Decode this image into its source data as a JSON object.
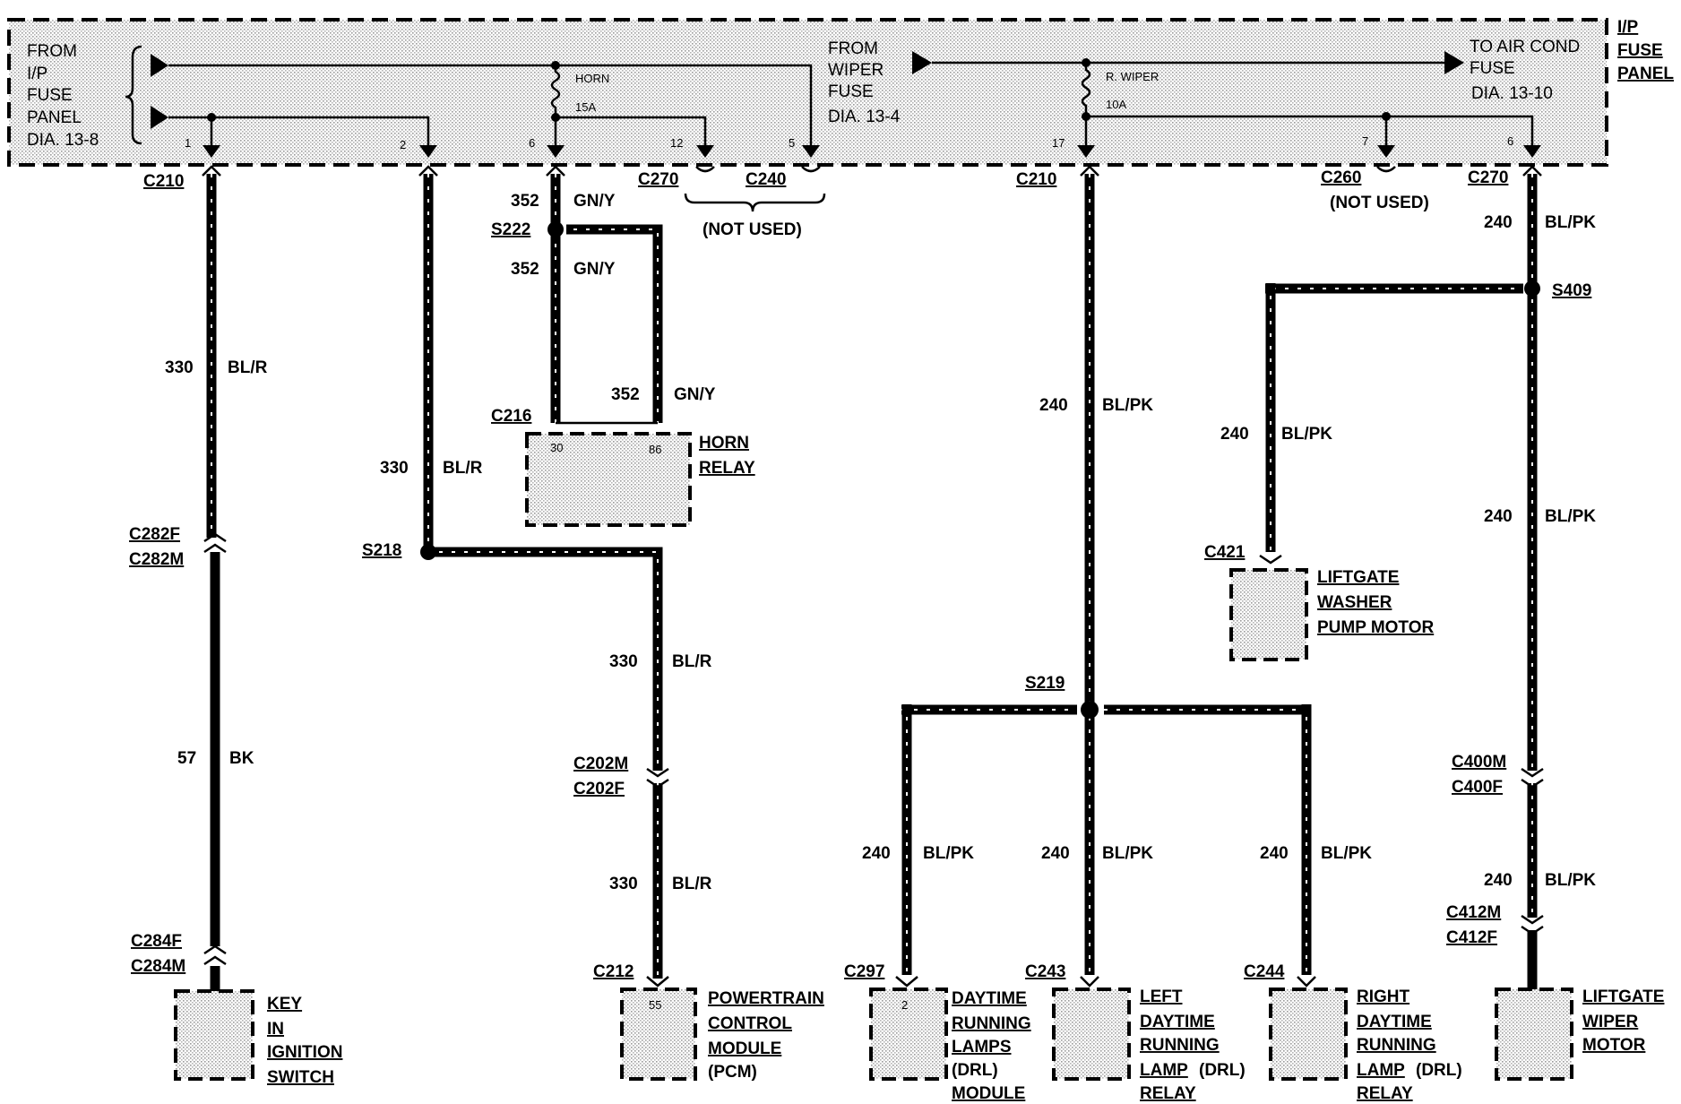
{
  "panel": {
    "title_lines": [
      "I/P",
      "FUSE",
      "PANEL"
    ],
    "from_ip": [
      "FROM",
      "I/P",
      "FUSE",
      "PANEL",
      "DIA. 13-8"
    ],
    "from_wiper": [
      "FROM",
      "WIPER",
      "FUSE",
      "DIA. 13-4"
    ],
    "to_aircond": [
      "TO AIR COND",
      "FUSE",
      "DIA. 13-10"
    ],
    "horn_fuse": "HORN",
    "horn_amp": "15A",
    "wiper_fuse": "R. WIPER",
    "wiper_amp": "10A",
    "pins": {
      "p1": "1",
      "p2": "2",
      "p6a": "6",
      "p12": "12",
      "p5": "5",
      "p17": "17",
      "p7": "7",
      "p6b": "6"
    }
  },
  "connectors": {
    "c210a": "C210",
    "c270a": "C270",
    "c240": "C240",
    "not_used_a": "(NOT USED)",
    "c210b": "C210",
    "c260": "C260",
    "not_used_b": "(NOT USED)",
    "c270b": "C270",
    "s222": "S222",
    "c216": "C216",
    "s218": "S218",
    "c282f": "C282F",
    "c282m": "C282M",
    "c284f": "C284F",
    "c284m": "C284M",
    "c202m": "C202M",
    "c202f": "C202F",
    "c212": "C212",
    "s219": "S219",
    "c297": "C297",
    "c243": "C243",
    "c244": "C244",
    "s409": "S409",
    "c421": "C421",
    "c400m": "C400M",
    "c400f": "C400F",
    "c412m": "C412M",
    "c412f": "C412F"
  },
  "wires": {
    "w330_a": {
      "circuit": "330",
      "color": "BL/R"
    },
    "w57": {
      "circuit": "57",
      "color": "BK"
    },
    "w330_b": {
      "circuit": "330",
      "color": "BL/R"
    },
    "w352_a": {
      "circuit": "352",
      "color": "GN/Y"
    },
    "w352_b": {
      "circuit": "352",
      "color": "GN/Y"
    },
    "w352_c": {
      "circuit": "352",
      "color": "GN/Y"
    },
    "w330_c": {
      "circuit": "330",
      "color": "BL/R"
    },
    "w330_d": {
      "circuit": "330",
      "color": "BL/R"
    },
    "w240_a": {
      "circuit": "240",
      "color": "BL/PK"
    },
    "w240_b": {
      "circuit": "240",
      "color": "BL/PK"
    },
    "w240_c": {
      "circuit": "240",
      "color": "BL/PK"
    },
    "w240_d": {
      "circuit": "240",
      "color": "BL/PK"
    },
    "w240_e": {
      "circuit": "240",
      "color": "BL/PK"
    },
    "w240_f": {
      "circuit": "240",
      "color": "BL/PK"
    },
    "w240_g": {
      "circuit": "240",
      "color": "BL/PK"
    },
    "w240_h": {
      "circuit": "240",
      "color": "BL/PK"
    }
  },
  "components": {
    "horn_relay": {
      "lines": [
        "HORN",
        "RELAY"
      ],
      "pin_a": "30",
      "pin_b": "86"
    },
    "key_switch": {
      "lines": [
        "KEY",
        "IN",
        "IGNITION",
        "SWITCH"
      ]
    },
    "pcm": {
      "lines": [
        "POWERTRAIN",
        "CONTROL",
        "MODULE"
      ],
      "abbr": "(PCM)",
      "pin": "55"
    },
    "drl_module": {
      "lines": [
        "DAYTIME",
        "RUNNING",
        "LAMPS"
      ],
      "abbr": "(DRL)",
      "last": "MODULE",
      "pin": "2"
    },
    "left_drl": {
      "lines": [
        "LEFT",
        "DAYTIME",
        "RUNNING",
        "LAMP"
      ],
      "abbr": "(DRL)",
      "last": "RELAY"
    },
    "right_drl": {
      "lines": [
        "RIGHT",
        "DAYTIME",
        "RUNNING",
        "LAMP"
      ],
      "abbr": "(DRL)",
      "last": "RELAY"
    },
    "washer": {
      "lines": [
        "LIFTGATE",
        "WASHER",
        "PUMP MOTOR"
      ]
    },
    "wiper_motor": {
      "lines": [
        "LIFTGATE",
        "WIPER",
        "MOTOR"
      ]
    }
  }
}
